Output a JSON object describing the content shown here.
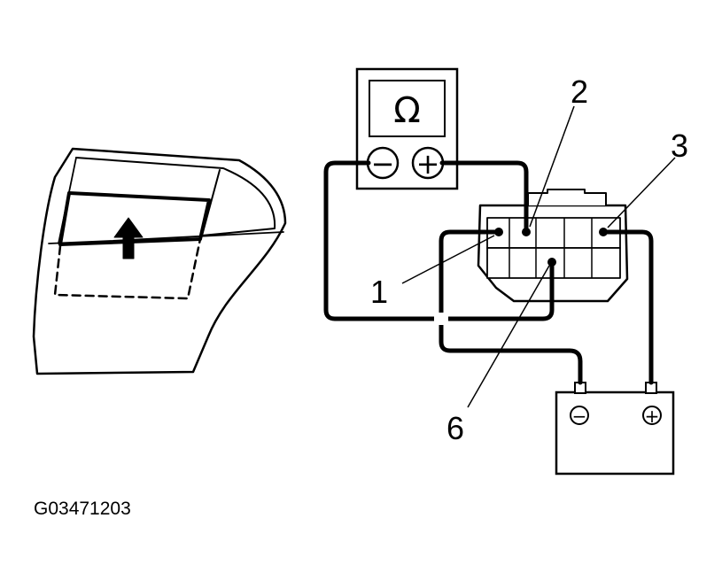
{
  "figure_code": "G03471203",
  "meter": {
    "symbol": "Ω",
    "neg": "−",
    "pos": "+"
  },
  "battery": {
    "neg": "−",
    "pos": "+"
  },
  "callouts": [
    "1",
    "2",
    "3",
    "6"
  ],
  "colors": {
    "ink": "#000000",
    "paper": "#ffffff"
  }
}
